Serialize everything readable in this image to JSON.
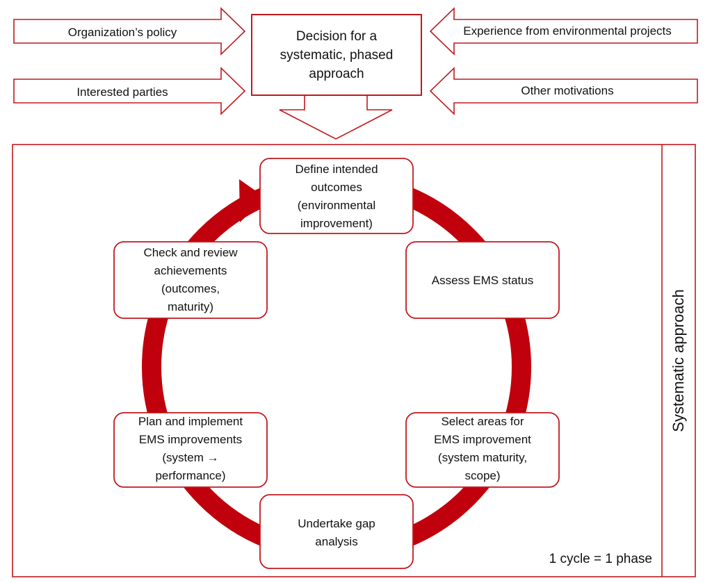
{
  "inputs": {
    "left_top": "Organization’s policy",
    "left_bottom": "Interested parties",
    "right_top": "Experience from environmental projects",
    "right_bottom": "Other motivations"
  },
  "decision": {
    "lines": [
      "Decision for a",
      "systematic, phased",
      "approach"
    ]
  },
  "cycle": {
    "steps": [
      {
        "lines": [
          "Define intended",
          "outcomes",
          "(environmental",
          "improvement)"
        ]
      },
      {
        "lines": [
          "Assess EMS status"
        ]
      },
      {
        "lines": [
          "Select areas for",
          "EMS improvement",
          "(system maturity,",
          "scope)"
        ]
      },
      {
        "lines": [
          "Undertake gap",
          "analysis"
        ]
      },
      {
        "lines": [
          "Plan and implement",
          "EMS improvements",
          "(system →",
          "performance)"
        ]
      },
      {
        "lines": [
          "Check and review",
          "achievements",
          "(outcomes,",
          "maturity)"
        ]
      }
    ],
    "cycle_note": "1 cycle = 1 phase"
  },
  "side_label": "Systematic approach",
  "colors": {
    "accent": "#c0191f",
    "ring": "#c0000c"
  }
}
